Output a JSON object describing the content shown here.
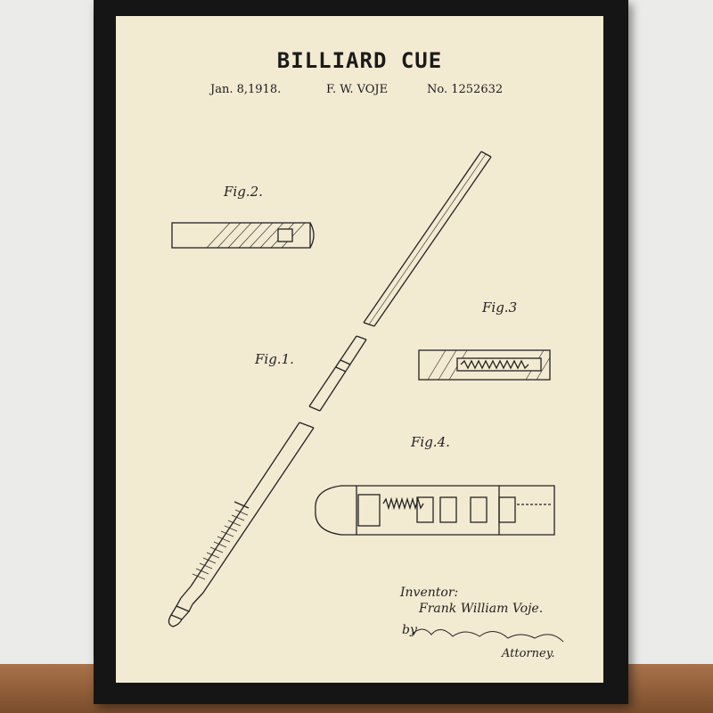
{
  "poster": {
    "title": "BILLIARD CUE",
    "date": "Jan. 8,1918.",
    "inventor_short": "F. W. VOJE",
    "patent_no": "No. 1252632"
  },
  "figures": {
    "fig1": "Fig.1.",
    "fig2": "Fig.2.",
    "fig3": "Fig.3",
    "fig4": "Fig.4."
  },
  "inventor_block": {
    "inventor_label": "Inventor:",
    "inventor_name": "Frank William Voje.",
    "by": "by",
    "attorney_label": "Attorney."
  },
  "colors": {
    "paper": "#f3ead2",
    "ink": "#1b1b1b",
    "frame": "#151515",
    "floor": "#9a6a43"
  }
}
